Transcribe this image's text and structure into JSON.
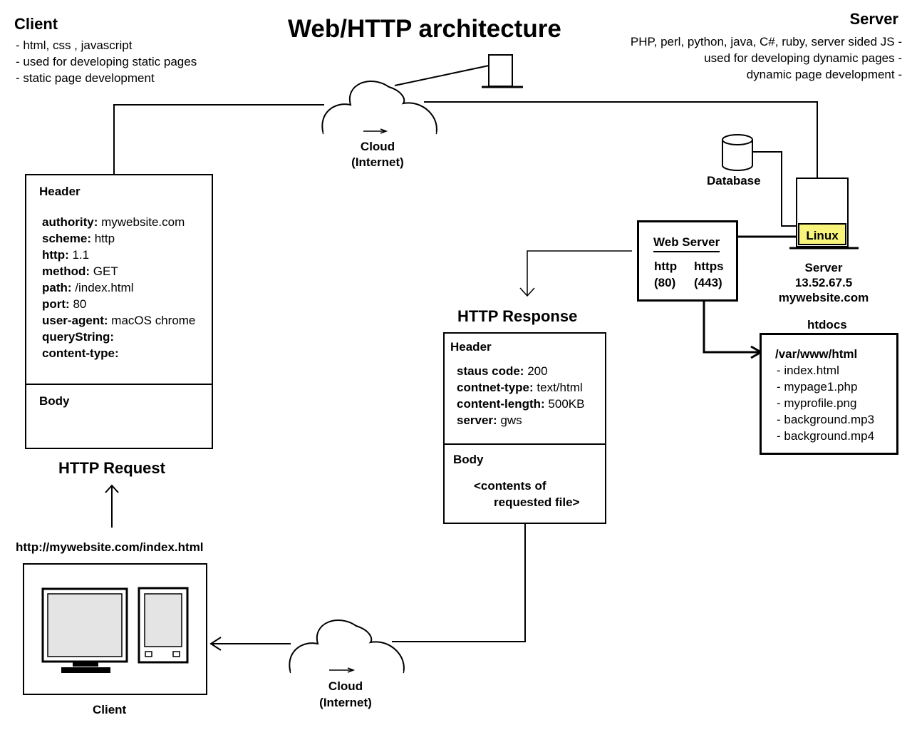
{
  "title": "Web/HTTP architecture",
  "client_info": {
    "heading": "Client",
    "lines": [
      "- html, css , javascript",
      "- used for developing static pages",
      "- static page development"
    ]
  },
  "server_info": {
    "heading": "Server",
    "lines": [
      "PHP, perl, python, java, C#, ruby, server sided JS -",
      "used for developing dynamic pages -",
      "dynamic page development -"
    ]
  },
  "cloud_top": {
    "line1": "Cloud",
    "line2": "(Internet)"
  },
  "cloud_bottom": {
    "line1": "Cloud",
    "line2": "(Internet)"
  },
  "request": {
    "caption": "HTTP Request",
    "header_label": "Header",
    "fields": [
      {
        "key": "authority:",
        "value": " mywebsite.com"
      },
      {
        "key": "scheme:",
        "value": " http"
      },
      {
        "key": "http:",
        "value": " 1.1"
      },
      {
        "key": "method:",
        "value": " GET"
      },
      {
        "key": "path:",
        "value": " /index.html"
      },
      {
        "key": "port:",
        "value": " 80"
      },
      {
        "key": "user-agent:",
        "value": " macOS chrome"
      },
      {
        "key": "queryString:",
        "value": ""
      },
      {
        "key": "content-type:",
        "value": ""
      }
    ],
    "body_label": "Body"
  },
  "response": {
    "caption": "HTTP Response",
    "header_label": "Header",
    "fields": [
      {
        "key": "staus code:",
        "value": " 200"
      },
      {
        "key": "contnet-type:",
        "value": " text/html"
      },
      {
        "key": "content-length:",
        "value": " 500KB"
      },
      {
        "key": "server:",
        "value": " gws"
      }
    ],
    "body_label": "Body",
    "body_line1": "<contents of",
    "body_line2": "requested file>"
  },
  "web_server": {
    "title": "Web Server",
    "http_label": "http",
    "http_port": "(80)",
    "https_label": "https",
    "https_port": "(443)"
  },
  "database_label": "Database",
  "server_machine": {
    "os": "Linux",
    "label": "Server",
    "ip": "13.52.67.5",
    "domain": "mywebsite.com",
    "os_color": "#f7f37b"
  },
  "htdocs": {
    "label": "htdocs",
    "path": "/var/www/html",
    "files": [
      "- index.html",
      "- mypage1.php",
      "- myprofile.png",
      "- background.mp3",
      "- background.mp4"
    ]
  },
  "url": "http://mywebsite.com/index.html",
  "client_label": "Client"
}
